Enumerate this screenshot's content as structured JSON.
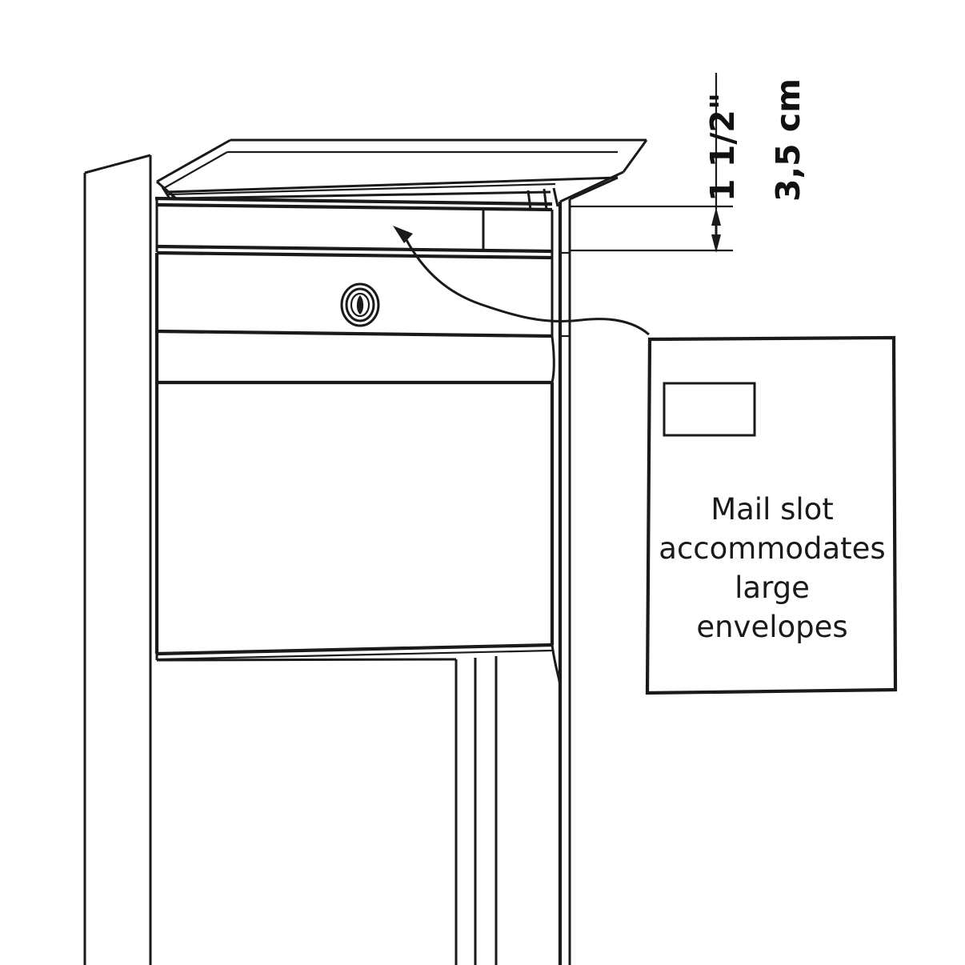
{
  "diagram": {
    "title": "Mailbox mail slot dimension diagram",
    "subject": "wall-mounted mailbox with post",
    "line_color": "#1a1a1a",
    "background_color": "#ffffff",
    "view": "three-quarter perspective front view"
  },
  "dimension": {
    "imperial_label": "1 1/2\"",
    "metric_label": "3,5 cm",
    "measures": "mail slot opening height",
    "arrow_style": "double-headed vertical arrow between two extension lines"
  },
  "callout": {
    "lines": [
      "Mail slot",
      "accommodates",
      "large",
      "envelopes"
    ],
    "full_text": "Mail slot accommodates large envelopes",
    "envelope_icon_label": "envelope-rectangle",
    "leader": "curved arrow from callout box to mail slot"
  },
  "parts": {
    "lid": "mailbox-lid",
    "slot": "mail-slot-opening",
    "lock": "lock-cylinder",
    "door": "mailbox-door-panel",
    "post": "mounting-post",
    "wall": "wall-panel"
  }
}
